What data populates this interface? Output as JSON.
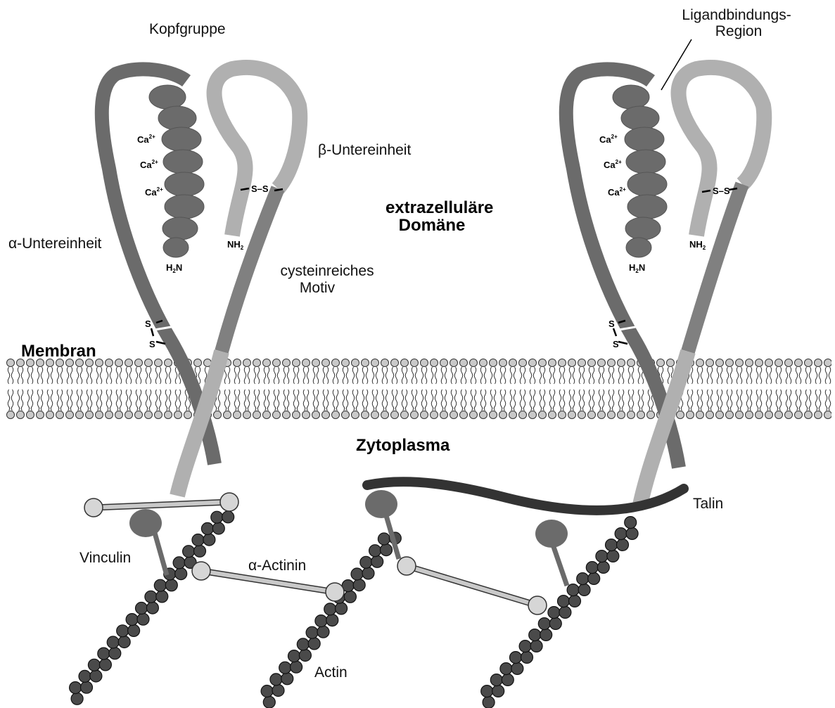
{
  "labels": {
    "kopfgruppe": "Kopfgruppe",
    "ligand_line1": "Ligandbindungs-",
    "ligand_line2": "Region",
    "beta_unit": "β-Untereinheit",
    "alpha_unit": "α-Untereinheit",
    "extra_line1": "extrazelluläre",
    "extra_line2": "Domäne",
    "cys_line1": "cysteinreiches",
    "cys_line2": "Motiv",
    "membran": "Membran",
    "zytoplasma": "Zytoplasma",
    "talin": "Talin",
    "vinculin": "Vinculin",
    "alpha_actinin": "α-Actinin",
    "actin": "Actin"
  },
  "chem": {
    "ca": "Ca",
    "ca_charge": "2+",
    "h2n_h": "H",
    "h2n_2": "2",
    "h2n_n": "N",
    "nh2_nh": "NH",
    "nh2_2": "2",
    "s": "S",
    "ss": "S–S"
  },
  "colors": {
    "alpha": "#6b6b6b",
    "beta": "#b0b0b0",
    "beta_dark": "#808080",
    "actin": "#4a4a4a",
    "talin": "#333333",
    "knob": "#d6d6d6"
  }
}
